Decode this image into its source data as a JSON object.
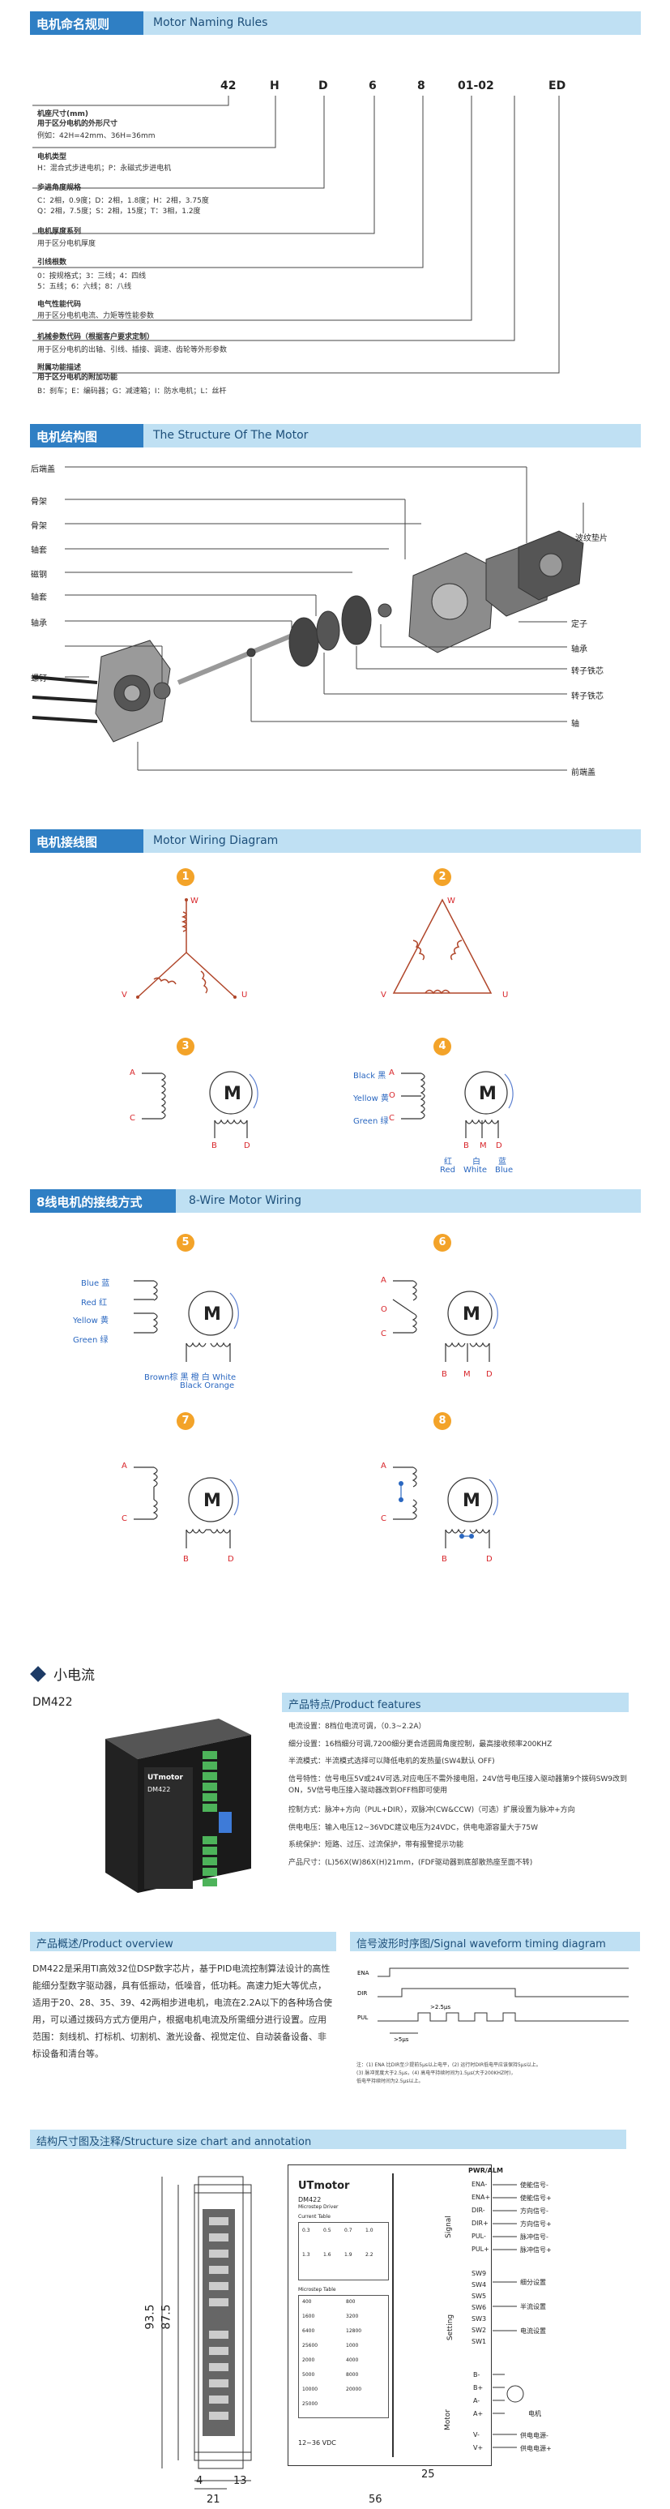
{
  "naming": {
    "header_cn": "电机命名规则",
    "header_en": "Motor Naming Rules",
    "code": [
      "42",
      "H",
      "D",
      "6",
      "8",
      "01-02",
      "ED"
    ],
    "items": [
      {
        "title": "机座尺寸(mm)",
        "sub": "用于区分电机的外形尺寸",
        "desc": "例如：42H=42mm、36H=36mm"
      },
      {
        "title": "电机类型",
        "sub": "",
        "desc": "H：混合式步进电机；P：永磁式步进电机"
      },
      {
        "title": "步进角度规格",
        "sub": "",
        "desc": "C：2相，0.9度；D：2相，1.8度；H：2相，3.75度",
        "desc2": "Q：2相，7.5度；S：2相，15度；T：3相，1.2度"
      },
      {
        "title": "电机厚度系列",
        "sub": "",
        "desc": "用于区分电机厚度"
      },
      {
        "title": "引线根数",
        "sub": "",
        "desc": "0：按规格式；3：三线；4：四线",
        "desc2": "5：五线；6：六线；8：八线"
      },
      {
        "title": "电气性能代码",
        "sub": "",
        "desc": "用于区分电机电流、力矩等性能参数"
      },
      {
        "title": "机械参数代码（根据客户要求定制）",
        "sub": "",
        "desc": "用于区分电机的出轴、引线、插接、调速、齿轮等外形参数"
      },
      {
        "title": "附属功能描述",
        "sub": "用于区分电机的附加功能",
        "desc": "B：刹车；E：编码器；G：减速箱；I：防水电机；L：丝杆"
      }
    ]
  },
  "structure": {
    "header_cn": "电机结构图",
    "header_en": "The Structure Of The Motor",
    "left_labels": [
      "后端盖",
      "骨架",
      "骨架",
      "轴套",
      "磁钢",
      "轴套",
      "轴承",
      "螺钉"
    ],
    "right_labels": [
      "波纹垫片",
      "定子",
      "轴承",
      "转子铁芯",
      "转子铁芯",
      "轴",
      "前端盖"
    ]
  },
  "wiring": {
    "header_cn": "电机接线图",
    "header_en": "Motor Wiring Diagram",
    "nums": [
      "1",
      "2",
      "3",
      "4"
    ],
    "uvw": [
      "W",
      "V",
      "U"
    ],
    "d3": {
      "A": "A",
      "C": "C",
      "B": "B",
      "D": "D",
      "M": "M"
    },
    "d4": {
      "black": "Black 黑",
      "yellow": "Yellow 黄",
      "green": "Green 绿",
      "A": "A",
      "O": "O",
      "C": "C",
      "B": "B",
      "M": "M",
      "D": "D",
      "red": "红",
      "white": "白",
      "blue": "蓝",
      "red_en": "Red",
      "white_en": "White",
      "blue_en": "Blue"
    }
  },
  "eight": {
    "header_cn": "8线电机的接线方式",
    "header_en": "8-Wire Motor Wiring",
    "nums": [
      "5",
      "6",
      "7",
      "8"
    ],
    "d5": {
      "blue": "Blue 蓝",
      "red": "Red 红",
      "yellow": "Yellow 黄",
      "green": "Green 绿",
      "bottom": "Brown棕  黑  橙  白 White",
      "bottom2": "Black  Orange"
    },
    "letters": {
      "A": "A",
      "O": "O",
      "C": "C",
      "B": "B",
      "M": "M",
      "D": "D"
    }
  },
  "product": {
    "section": "小电流",
    "model": "DM422",
    "brand": "UTmotor",
    "features_title": "产品特点/Product features",
    "features": [
      "电流设置：8档位电流可调，（0.3~2.2A）",
      "细分设置：16档细分可调,7200细分更合适圆周角度控制，最高接收频率200KHZ",
      "半流模式：半流模式选择可以降低电机的发热量(SW4默认 OFF)",
      "信号特性：信号电压5V或24V可选,对应电压不需外接电阻，24V信号电压接入驱动器第9个拨码SW9改到",
      "           ON，5V信号电压接入驱动器改到OFF档即可使用",
      "控制方式：脉冲+方向（PUL+DIR），双脉冲(CW&CCW)（可选）扩展设置为脉冲+方向",
      "供电电压：输入电压12~36VDC建议电压为24VDC，供电电源容量大于75W",
      "系统保护：短路、过压、过流保护，带有报警提示功能",
      "产品尺寸：(L)56X(W)86X(H)21mm，(FDF驱动器到底部散热座至面不转)"
    ],
    "overview_title": "产品概述/Product overview",
    "overview": "DM422是采用TI高效32位DSP数字芯片，基于PID电流控制算法设计的高性能细分型数字驱动器，具有低振动，低噪音，低功耗。高速力矩大等优点，适用于20、28、35、39、42两相步进电机，电流在2.2A以下的各种场合使用，可以通过拨码方式方便用户，根据电机电流及所需细分进行设置。应用范围：刻线机、打标机、切割机、激光设备、视觉定位、自动装备设备、非标设备和清台等。",
    "timing_title": "信号波形时序图/Signal waveform timing diagram",
    "timing_notes": [
      "注：(1) ENA 比DIR至少提前5μs以上电平，(2) 运行时DIR低电平应该保持5μs以上。",
      "(3) 脉冲宽度大于2.5μs，(4) 高电平持续时间为1.5μs(大于200KHZ时)，",
      "    低电平持续时间为2.5μs以上。"
    ],
    "labels": {
      "ena": "ENA",
      "dir": "DIR",
      "pul": "PUL",
      "t1": ">5μs",
      "t2": ">2.5μs"
    }
  },
  "dimension": {
    "title": "结构尺寸图及注释/Structure size chart and annotation",
    "dims": {
      "h1": "93.5",
      "h2": "87.5",
      "w_a": "4",
      "w_b": "13",
      "w_c": "21",
      "w_d": "25",
      "w_e": "56"
    },
    "panel": {
      "brand": "UTmotor",
      "model": "DM422",
      "model_sub": "Microstep Driver",
      "cur_table": "Current Table",
      "micro_table": "Microstep Table",
      "supply": "12~36 VDC",
      "sig_group": "Signal",
      "set_group": "Setting",
      "mot_group": "Motor",
      "pins": [
        "PWR/ALM",
        "ENA-",
        "ENA+",
        "DIR-",
        "DIR+",
        "PUL-",
        "PUL+",
        "SW9",
        "SW4",
        "SW5",
        "SW6",
        "SW3",
        "SW2",
        "SW1",
        "B-",
        "B+",
        "A-",
        "A+",
        "V-",
        "V+"
      ],
      "ann": [
        "使能信号-",
        "使能信号+",
        "方向信号-",
        "方向信号+",
        "脉冲信号-",
        "脉冲信号+",
        "细分设置",
        "半流设置",
        "电流设置",
        "供电电源-",
        "供电电源+",
        "电机"
      ],
      "current": [
        "0.3",
        "0.5",
        "0.7",
        "1.0",
        "1.3",
        "1.6",
        "1.9",
        "2.2"
      ],
      "micro": [
        "400",
        "800",
        "1600",
        "3200",
        "6400",
        "12800",
        "25600",
        "1000",
        "2000",
        "4000",
        "5000",
        "8000",
        "10000",
        "20000",
        "25000"
      ]
    }
  }
}
